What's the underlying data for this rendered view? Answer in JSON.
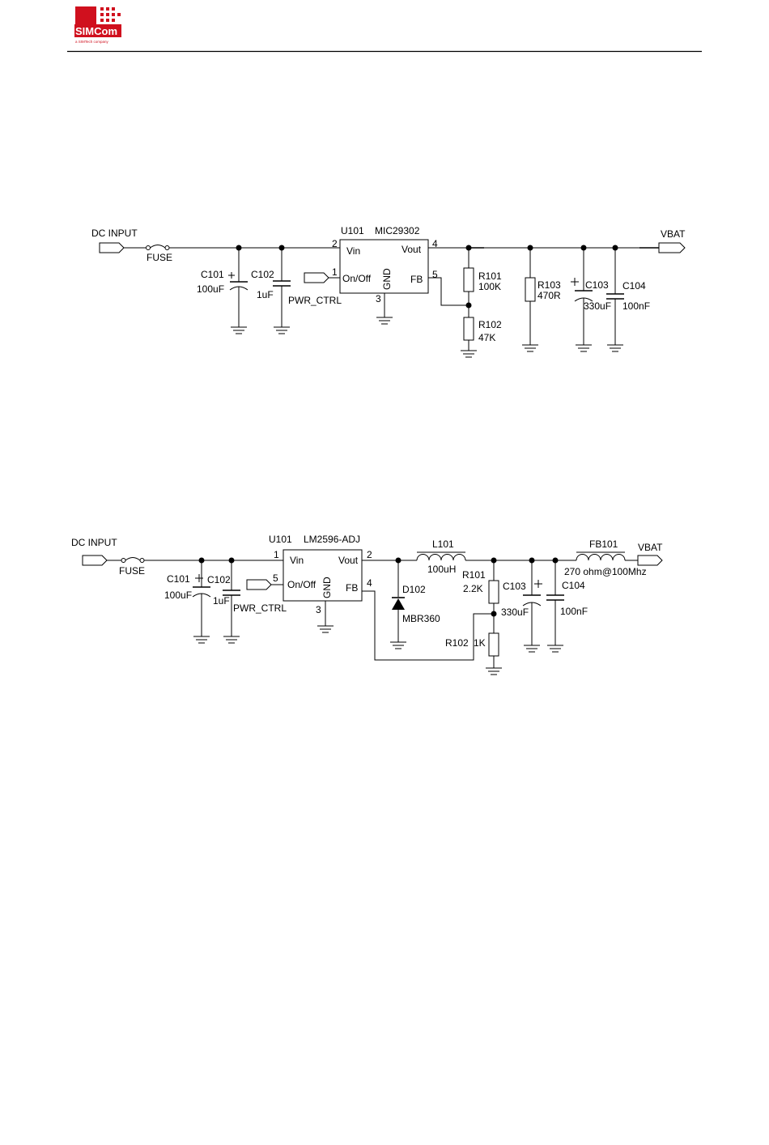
{
  "header": {
    "logo_text": "SIMCom",
    "logo_tagline": "a SIMTech company",
    "brand_color": "#d0101e"
  },
  "circuit1": {
    "input_label": "DC INPUT",
    "fuse_label": "FUSE",
    "ic_ref": "U101",
    "ic_part": "MIC29302",
    "pin_vin": "Vin",
    "pin_vout": "Vout",
    "pin_onoff": "On/Off",
    "pin_fb": "FB",
    "pin_gnd": "GND",
    "pin2": "2",
    "pin4": "4",
    "pin1": "1",
    "pin5": "5",
    "pin3": "3",
    "c101_ref": "C101",
    "c101_val": "100uF",
    "c102_ref": "C102",
    "c102_val": "1uF",
    "pwr_ctrl": "PWR_CTRL",
    "r101_ref": "R101",
    "r101_val": "100K",
    "r102_ref": "R102",
    "r102_val": "47K",
    "r103_ref": "R103",
    "r103_val": "470R",
    "c103_ref": "C103",
    "c103_val": "330uF",
    "c104_ref": "C104",
    "c104_val": "100nF",
    "output_label": "VBAT"
  },
  "circuit2": {
    "input_label": "DC INPUT",
    "fuse_label": "FUSE",
    "ic_ref": "U101",
    "ic_part": "LM2596-ADJ",
    "pin_vin": "Vin",
    "pin_vout": "Vout",
    "pin_onoff": "On/Off",
    "pin_fb": "FB",
    "pin_gnd": "GND",
    "pin1": "1",
    "pin2": "2",
    "pin5": "5",
    "pin4": "4",
    "pin3": "3",
    "c101_ref": "C101",
    "c101_val": "100uF",
    "c102_ref": "C102",
    "c102_val": "1uF",
    "pwr_ctrl": "PWR_CTRL",
    "l101_ref": "L101",
    "l101_val": "100uH",
    "d102_ref": "D102",
    "d102_val": "MBR360",
    "r101_ref": "R101",
    "r101_val": "2.2K",
    "r102_ref": "R102",
    "r102_val": "1K",
    "c103_ref": "C103",
    "c103_val": "330uF",
    "c104_ref": "C104",
    "c104_val": "100nF",
    "fb101_ref": "FB101",
    "fb101_val": "270 ohm@100Mhz",
    "output_label": "VBAT"
  }
}
